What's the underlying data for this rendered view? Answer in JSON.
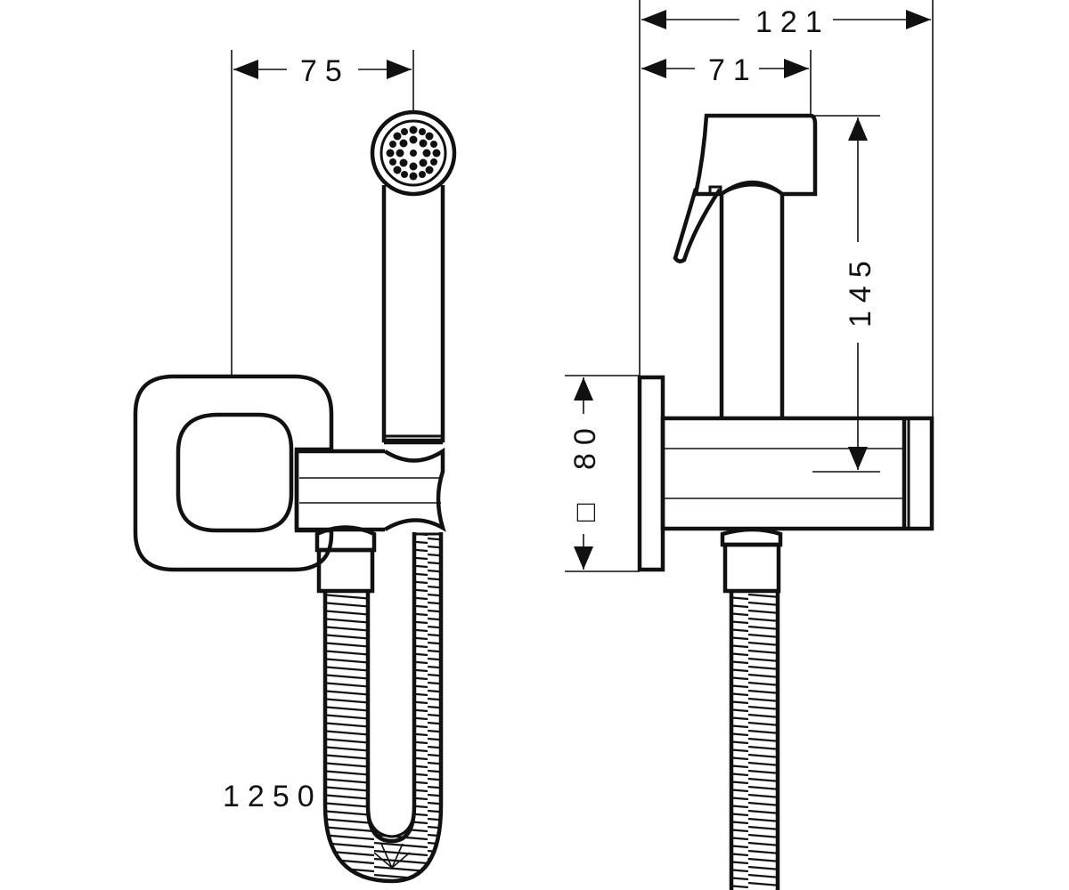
{
  "dimensions": {
    "handset_offset": "75",
    "total_depth": "121",
    "handset_depth": "71",
    "handset_height": "145",
    "plate_size": "80",
    "plate_square_symbol": "□",
    "hose_length": "1250"
  },
  "colors": {
    "line": "#111111",
    "background": "#ffffff"
  }
}
